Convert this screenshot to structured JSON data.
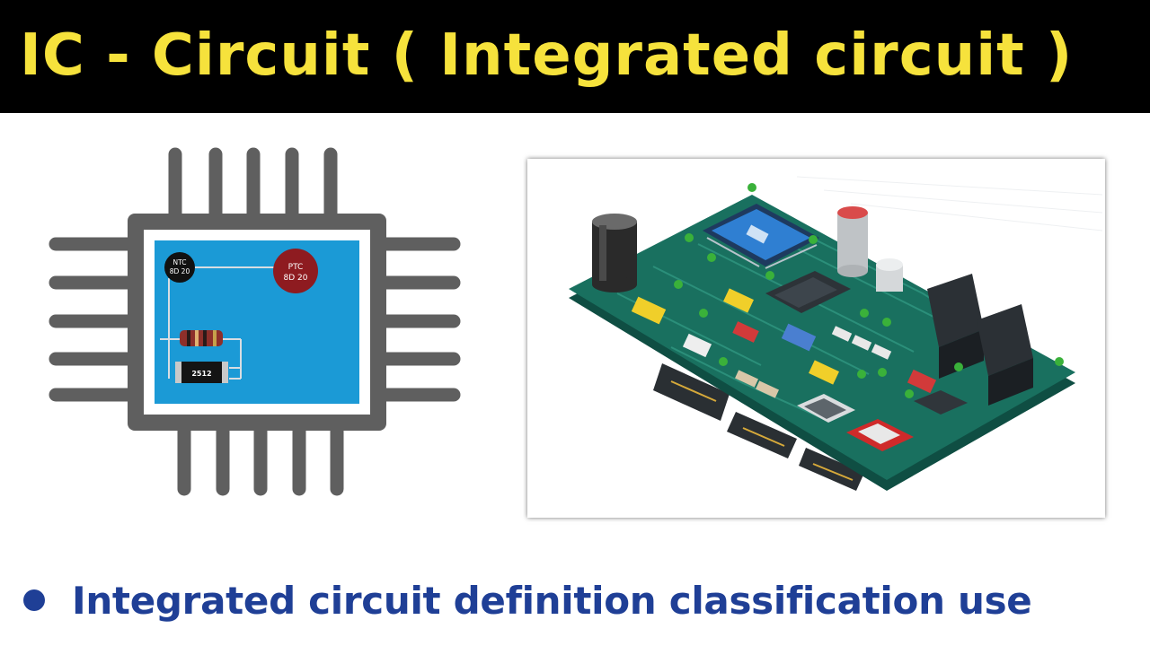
{
  "title": "IC - Circuit  ( Integrated circuit )",
  "chip_diagram": {
    "ntc_label_line1": "NTC",
    "ntc_label_line2": "8D 20",
    "ptc_label_line1": "PTC",
    "ptc_label_line2": "8D 20",
    "resistor_code": "2512"
  },
  "bullet_text": "Integrated circuit definition classification use",
  "colors": {
    "title_bar_bg": "#000000",
    "title_text": "#f6e23c",
    "chip_pins": "#5f5f5f",
    "chip_die": "#1b9ad6",
    "pcb_green": "#19705f",
    "bullet": "#1f3f96"
  },
  "icons": {
    "chip": "ic-chip-icon",
    "pcb": "circuit-board-illustration",
    "bullet": "bullet-dot"
  }
}
